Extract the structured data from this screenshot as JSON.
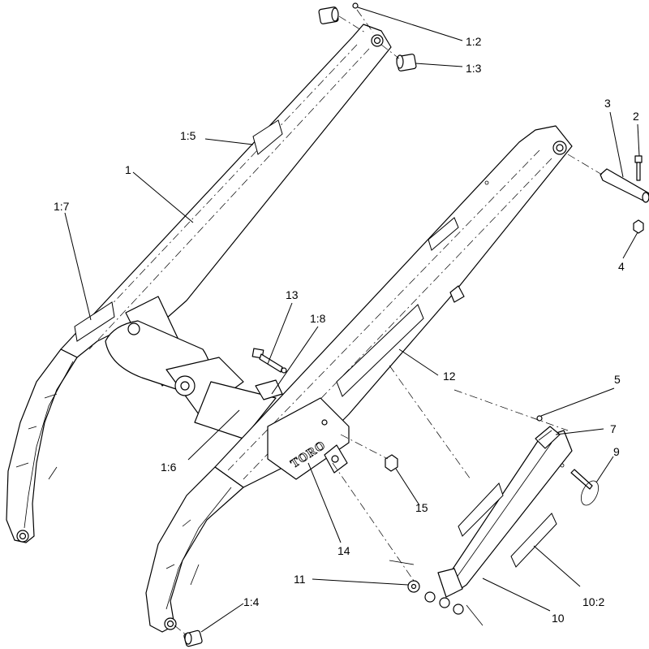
{
  "diagram": {
    "type": "exploded-parts-diagram",
    "callouts": [
      {
        "id": "c-1-2",
        "label": "1:2"
      },
      {
        "id": "c-1-3",
        "label": "1:3"
      },
      {
        "id": "c-3",
        "label": "3"
      },
      {
        "id": "c-2",
        "label": "2"
      },
      {
        "id": "c-1-5",
        "label": "1:5"
      },
      {
        "id": "c-1",
        "label": "1"
      },
      {
        "id": "c-1-7",
        "label": "1:7"
      },
      {
        "id": "c-4",
        "label": "4"
      },
      {
        "id": "c-13",
        "label": "13"
      },
      {
        "id": "c-1-8",
        "label": "1:8"
      },
      {
        "id": "c-12",
        "label": "12"
      },
      {
        "id": "c-5",
        "label": "5"
      },
      {
        "id": "c-7",
        "label": "7"
      },
      {
        "id": "c-9",
        "label": "9"
      },
      {
        "id": "c-1-6",
        "label": "1:6"
      },
      {
        "id": "c-15",
        "label": "15"
      },
      {
        "id": "c-14",
        "label": "14"
      },
      {
        "id": "c-11",
        "label": "11"
      },
      {
        "id": "c-10-2",
        "label": "10:2"
      },
      {
        "id": "c-1-4",
        "label": "1:4"
      },
      {
        "id": "c-10",
        "label": "10"
      }
    ],
    "logo_text": "TORO"
  }
}
